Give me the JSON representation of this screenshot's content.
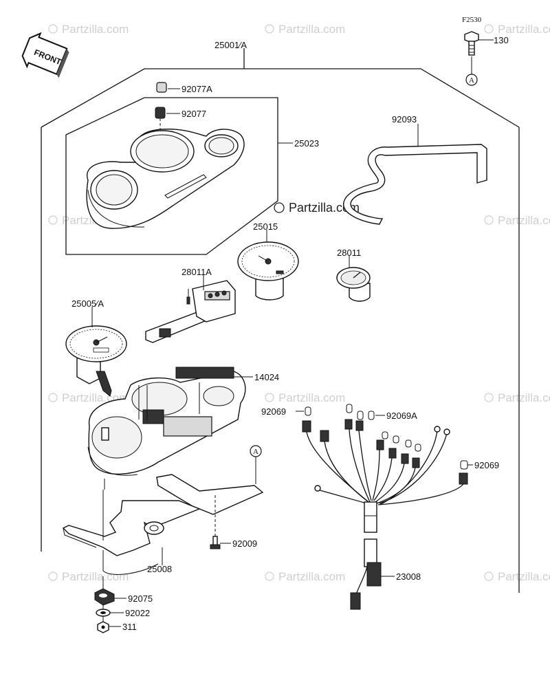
{
  "diagram_ref": "F2530",
  "front_label": "FRONT",
  "circle_marker": "A",
  "watermark": "Partzilla.com",
  "parts": {
    "assembly": "25001∕A",
    "bolt_130": "130",
    "cap_92077a": "92077A",
    "cap_92077": "92077",
    "cover_25023": "25023",
    "band_92093": "92093",
    "tacho_25015": "25015",
    "gauge_28011": "28011",
    "indicator_28011a": "28011A",
    "speedo_25005a": "25005∕A",
    "case_14024": "14024",
    "socket_92069_left": "92069",
    "socket_92069a": "92069A",
    "socket_92069_right": "92069",
    "bracket_25008": "25008",
    "screw_92009": "92009",
    "damper_92075": "92075",
    "washer_92022": "92022",
    "nut_311": "311",
    "harness_23008": "23008"
  }
}
